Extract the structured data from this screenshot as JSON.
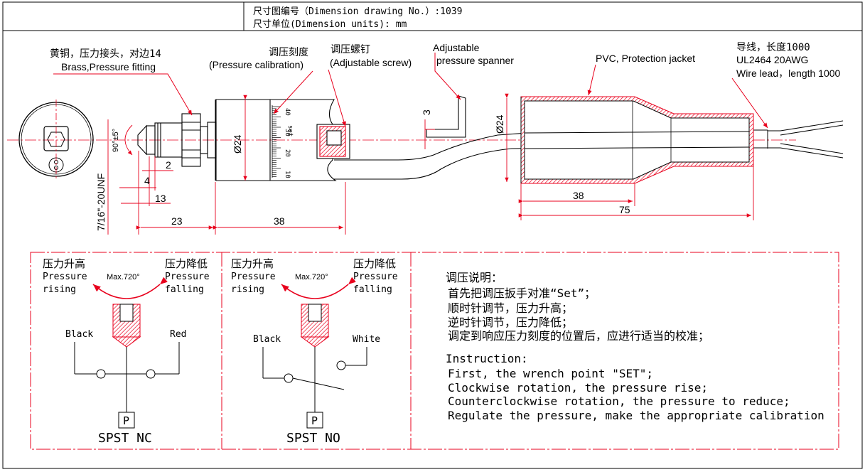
{
  "header": {
    "drawing_no": "尺寸图编号（Dimension drawing No.）:1039",
    "units": "尺寸单位(Dimension units): mm"
  },
  "callouts": {
    "fitting_cn": "黄铜，压力接头，对边14",
    "fitting_en": "Brass,Pressure fitting",
    "calibration_cn": "调压刻度",
    "calibration_en": "(Pressure calibration)",
    "screw_cn": "调压螺钉",
    "screw_en": "(Adjustable screw)",
    "spanner_l1": "Adjustable",
    "spanner_l2": "pressure spanner",
    "jacket": "PVC, Protection jacket",
    "wire_cn": "导线，长度1000",
    "wire_model": "UL2464 20AWG",
    "wire_en": "Wire lead，length 1000"
  },
  "dimensions": {
    "angle": "90°±5°",
    "d2": "2",
    "d4": "4",
    "d13": "13",
    "d23": "23",
    "d38": "38",
    "dia24": "Ø24",
    "thread": "7/16\"-20UNF",
    "d3": "3",
    "jacket_dia": "Ø24",
    "jacket_38": "38",
    "jacket_75": "75"
  },
  "scale": {
    "ticks": [
      "40",
      "set",
      "30",
      "20",
      "10"
    ]
  },
  "schematic_nc": {
    "rise_cn": "压力升高",
    "rise_en1": "Pressure",
    "rise_en2": "rising",
    "fall_cn": "压力降低",
    "fall_en1": "Pressure",
    "fall_en2": "falling",
    "max": "Max.720°",
    "left_wire": "Black",
    "right_wire": "Red",
    "p": "P",
    "name": "SPST NC"
  },
  "schematic_no": {
    "rise_cn": "压力升高",
    "rise_en1": "Pressure",
    "rise_en2": "rising",
    "fall_cn": "压力降低",
    "fall_en1": "Pressure",
    "fall_en2": "falling",
    "max": "Max.720°",
    "left_wire": "Black",
    "right_wire": "White",
    "p": "P",
    "name": "SPST NO"
  },
  "instructions_cn": {
    "title": "调压说明：",
    "l1": "首先把调压扳手对准“Set”；",
    "l2": "顺时针调节，压力升高；",
    "l3": "逆时针调节，压力降低；",
    "l4": "调定到响应压力刻度的位置后，应进行适当的校准；"
  },
  "instructions_en": {
    "title": "Instruction:",
    "l1": "First, the wrench point \"SET\";",
    "l2": "Clockwise rotation, the pressure rise;",
    "l3": "Counterclockwise rotation, the pressure to reduce;",
    "l4": "Regulate the pressure, make the appropriate calibration"
  },
  "colors": {
    "red": "#e8001c",
    "line": "#000000",
    "hatch": "#e8001c"
  }
}
